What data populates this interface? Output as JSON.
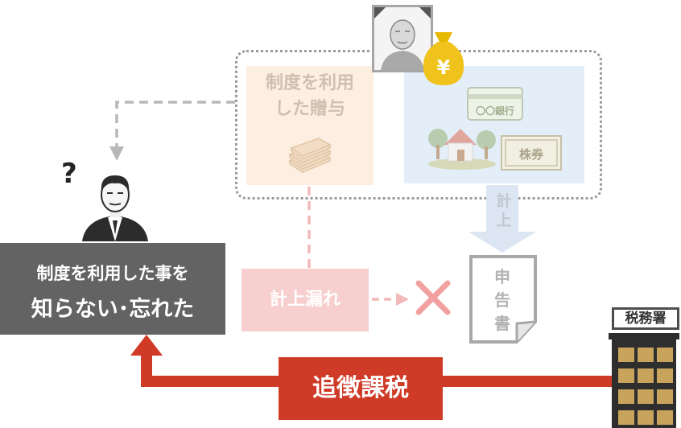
{
  "gift": {
    "title": "制度を利用\nした贈与"
  },
  "assets": {
    "bank_card_label": "〇〇銀行",
    "stock_label": "株券",
    "yen_symbol": "¥"
  },
  "flow": {
    "record_label": "計\n上"
  },
  "person": {
    "question_mark": "?"
  },
  "left_box": {
    "line1": "制度を利用した事を",
    "line2": "知らない･忘れた"
  },
  "omission": {
    "label": "計上漏れ"
  },
  "tax_return": {
    "label": "申\n告\n書"
  },
  "tax_office": {
    "label": "税務署"
  },
  "penalty": {
    "label": "追徴課税"
  },
  "colors": {
    "red": "#cf3b26",
    "gray_box": "#636363",
    "pink": "#f7cfcf",
    "light_blue": "#e4eef9",
    "peach": "#fcefe2"
  }
}
